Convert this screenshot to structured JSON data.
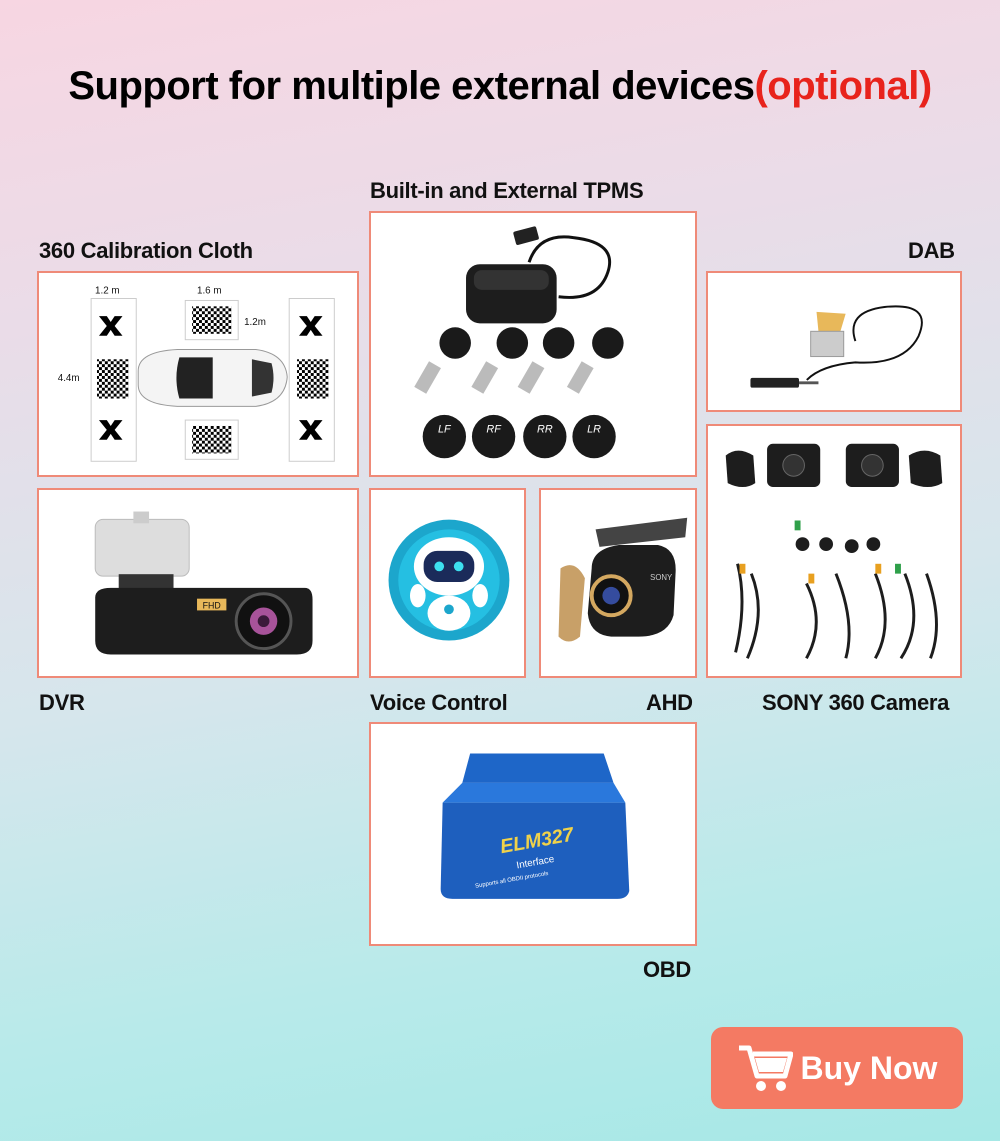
{
  "title": {
    "main": "Support for multiple external devices",
    "optional": "(optional)"
  },
  "items": {
    "tpms": {
      "label": "Built-in and External TPMS",
      "sensors": [
        "LF",
        "RF",
        "RR",
        "LR"
      ]
    },
    "calibration": {
      "label": "360 Calibration Cloth",
      "dim_w1": "1.2 m",
      "dim_w2": "1.6 m",
      "dim_h": "1.2m",
      "dim_len": "4.4m"
    },
    "dab": {
      "label": "DAB"
    },
    "dvr": {
      "label": "DVR",
      "badge": "FHD"
    },
    "voice": {
      "label": "Voice Control"
    },
    "ahd": {
      "label": "AHD",
      "brand": "SONY"
    },
    "sony360": {
      "label": "SONY 360 Camera"
    },
    "obd": {
      "label": "OBD",
      "chip": "ELM327",
      "sub": "Interface",
      "small": "Supports all OBDII protocols"
    }
  },
  "buy_button": {
    "label": "Buy Now"
  },
  "colors": {
    "accent_red": "#e8231c",
    "border": "#ef8a78",
    "button": "#f47a63"
  },
  "icons": [
    "shopping-cart-icon"
  ]
}
